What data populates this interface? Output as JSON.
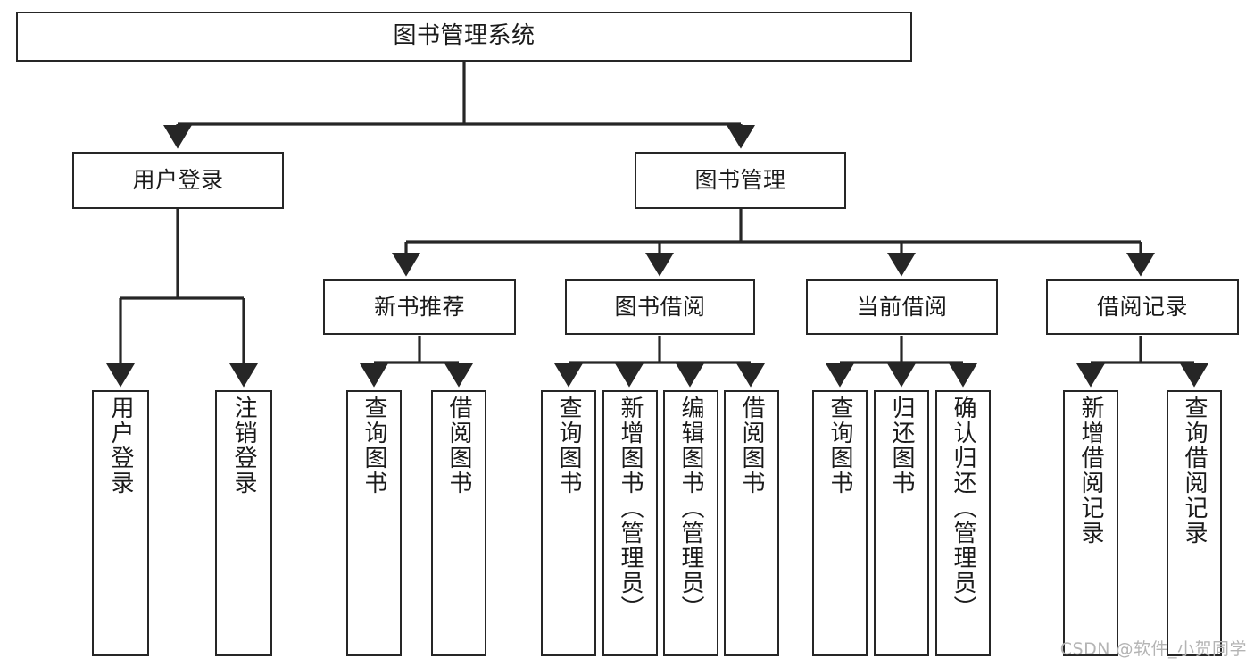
{
  "diagram": {
    "type": "tree-hierarchy",
    "title": "图书管理系统",
    "watermark": "CSDN @软件_小贺同学",
    "colors": {
      "stroke": "#262626",
      "fill": "#ffffff",
      "text": "#1a1a1a",
      "watermark": "#b4b4b4"
    },
    "levels": {
      "root": {
        "label": "图书管理系统"
      },
      "level2": [
        {
          "id": "user-login",
          "label": "用户登录"
        },
        {
          "id": "book-manage",
          "label": "图书管理"
        }
      ],
      "level3": [
        {
          "id": "new-book-rec",
          "label": "新书推荐",
          "parent": "book-manage"
        },
        {
          "id": "book-borrow",
          "label": "图书借阅",
          "parent": "book-manage"
        },
        {
          "id": "current-borrow",
          "label": "当前借阅",
          "parent": "book-manage"
        },
        {
          "id": "borrow-record",
          "label": "借阅记录",
          "parent": "book-manage"
        }
      ],
      "leaves": [
        {
          "id": "leaf-user-login",
          "label": "用户登录",
          "parent": "user-login"
        },
        {
          "id": "leaf-user-logout",
          "label": "注销登录",
          "parent": "user-login"
        },
        {
          "id": "leaf-query-book-1",
          "label": "查询图书",
          "parent": "new-book-rec"
        },
        {
          "id": "leaf-borrow-book-1",
          "label": "借阅图书",
          "parent": "new-book-rec"
        },
        {
          "id": "leaf-query-book-2",
          "label": "查询图书",
          "parent": "book-borrow"
        },
        {
          "id": "leaf-add-book",
          "label": "新增图书（管理员）",
          "parent": "book-borrow"
        },
        {
          "id": "leaf-edit-book",
          "label": "编辑图书（管理员）",
          "parent": "book-borrow"
        },
        {
          "id": "leaf-borrow-book-2",
          "label": "借阅图书",
          "parent": "book-borrow"
        },
        {
          "id": "leaf-query-book-3",
          "label": "查询图书",
          "parent": "current-borrow"
        },
        {
          "id": "leaf-return-book",
          "label": "归还图书",
          "parent": "current-borrow"
        },
        {
          "id": "leaf-confirm-return",
          "label": "确认归还（管理员）",
          "parent": "current-borrow"
        },
        {
          "id": "leaf-add-record",
          "label": "新增借阅记录",
          "parent": "borrow-record"
        },
        {
          "id": "leaf-query-record",
          "label": "查询借阅记录",
          "parent": "borrow-record"
        }
      ]
    }
  }
}
